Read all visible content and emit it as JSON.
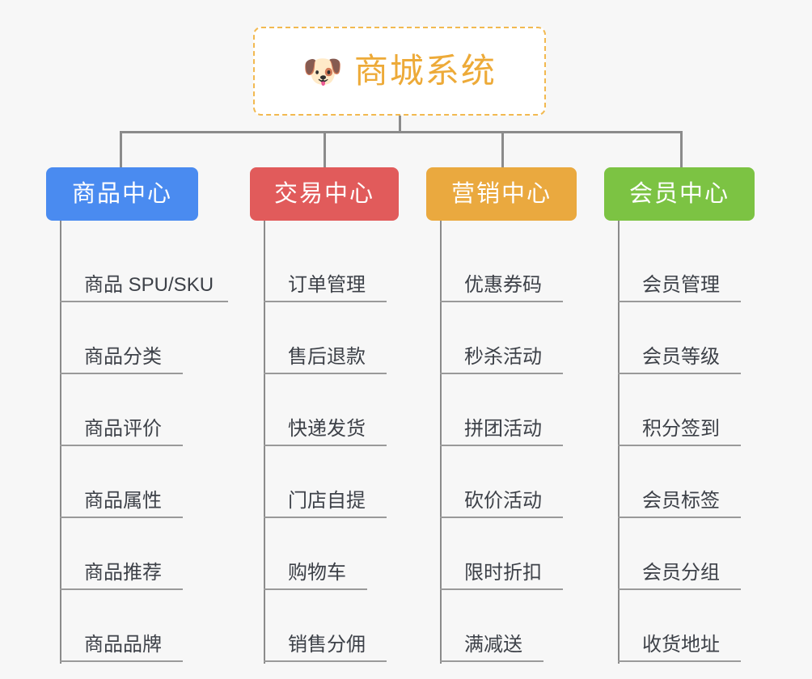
{
  "page": {
    "background_color": "#f7f7f7",
    "connector_color": "#8b8b8b"
  },
  "root": {
    "icon": "dog-face-emoji",
    "icon_glyph": "🐶",
    "title": "商城系统",
    "text_color": "#edaa38",
    "border_color": "#f2b950",
    "background_color": "#ffffff"
  },
  "columns": [
    {
      "id": "product-center",
      "label": "商品中心",
      "color": "#4a8bf0",
      "items": [
        "商品 SPU/SKU",
        "商品分类",
        "商品评价",
        "商品属性",
        "商品推荐",
        "商品品牌"
      ]
    },
    {
      "id": "trade-center",
      "label": "交易中心",
      "color": "#e15b5b",
      "items": [
        "订单管理",
        "售后退款",
        "快递发货",
        "门店自提",
        "购物车",
        "销售分佣"
      ]
    },
    {
      "id": "marketing-center",
      "label": "营销中心",
      "color": "#eaa93f",
      "items": [
        "优惠券码",
        "秒杀活动",
        "拼团活动",
        "砍价活动",
        "限时折扣",
        "满减送"
      ]
    },
    {
      "id": "member-center",
      "label": "会员中心",
      "color": "#7cc343",
      "items": [
        "会员管理",
        "会员等级",
        "积分签到",
        "会员标签",
        "会员分组",
        "收货地址"
      ]
    }
  ]
}
